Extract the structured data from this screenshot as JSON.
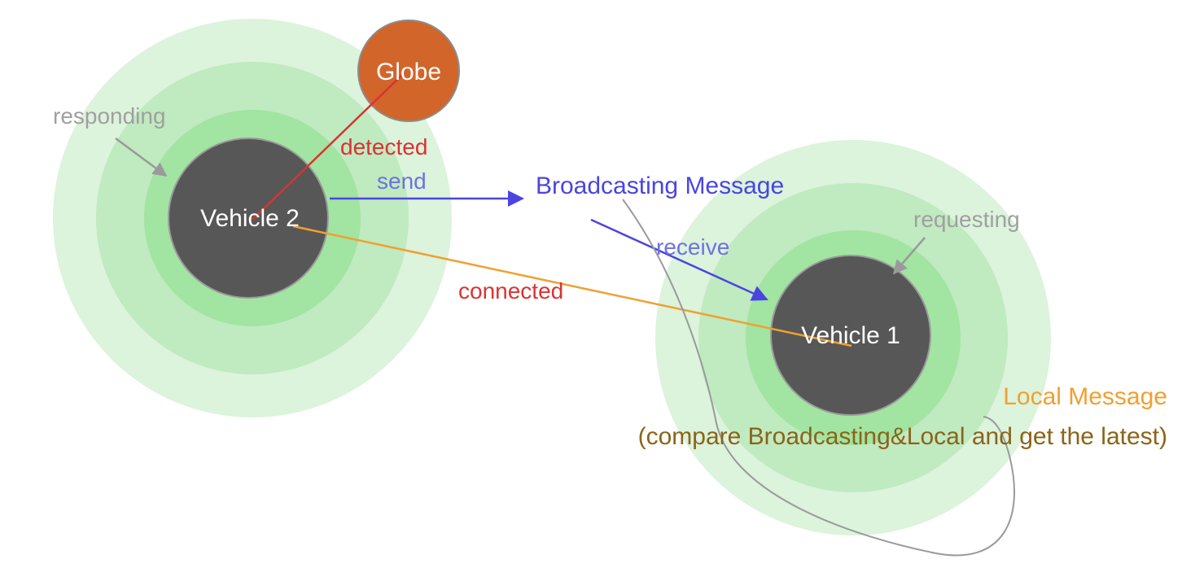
{
  "nodes": {
    "vehicle2": {
      "label": "Vehicle 2"
    },
    "vehicle1": {
      "label": "Vehicle 1"
    },
    "globe": {
      "label": "Globe"
    }
  },
  "labels": {
    "responding": "responding",
    "detected": "detected",
    "send": "send",
    "broadcasting_message": "Broadcasting Message",
    "receive": "receive",
    "requesting": "requesting",
    "connected": "connected",
    "local_message": "Local Message",
    "compare_note": "(compare Broadcasting&Local and get the latest)"
  },
  "colors": {
    "zone_outer": "#d9f2d9",
    "zone_mid": "#bde8bd",
    "zone_inner": "#9fe29f",
    "vehicle_fill": "#575757",
    "globe_fill": "#d2652a",
    "detected": "#d93333",
    "send_arrow": "#4a45e0",
    "connected_line": "#f0a030",
    "note_gray": "#a0a0a0",
    "local_message": "#f0a030",
    "compare_note": "#8a6418"
  }
}
